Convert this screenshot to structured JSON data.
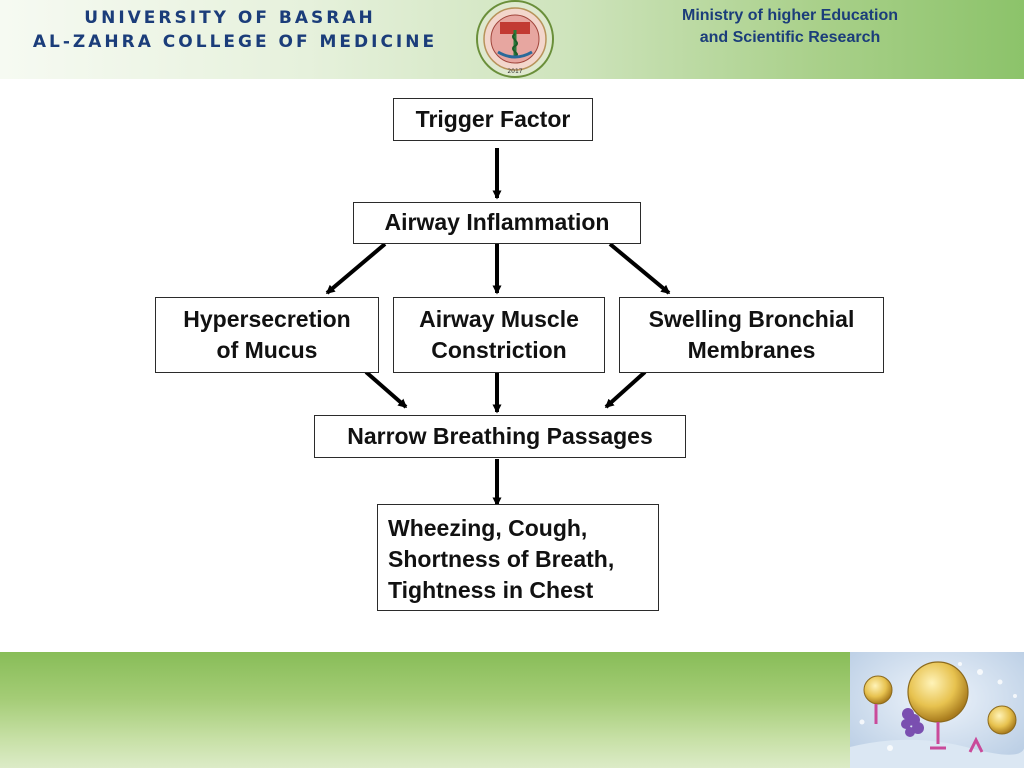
{
  "header": {
    "university_line1": "UNIVERSITY OF BASRAH",
    "university_line2": "AL-ZAHRA COLLEGE OF MEDICINE",
    "ministry_line1": "Ministry of higher Education",
    "ministry_line2": "and Scientific Research",
    "logo_year": "2017"
  },
  "diagram": {
    "nodes": {
      "trigger": "Trigger Factor",
      "inflammation": "Airway Inflammation",
      "mucus": "Hypersecretion\nof Mucus",
      "muscle": "Airway Muscle\nConstriction",
      "swelling": "Swelling Bronchial\nMembranes",
      "narrow": "Narrow Breathing Passages",
      "symptoms": "Wheezing, Cough,\nShortness of Breath,\nTightness in Chest"
    },
    "edges": [
      [
        "trigger",
        "inflammation"
      ],
      [
        "inflammation",
        "mucus"
      ],
      [
        "inflammation",
        "muscle"
      ],
      [
        "inflammation",
        "swelling"
      ],
      [
        "mucus",
        "narrow"
      ],
      [
        "muscle",
        "narrow"
      ],
      [
        "swelling",
        "narrow"
      ],
      [
        "narrow",
        "symptoms"
      ]
    ]
  },
  "colors": {
    "header_text": "#1b3d7a",
    "footer_green": "#8cc35e",
    "arrow": "#000000"
  }
}
